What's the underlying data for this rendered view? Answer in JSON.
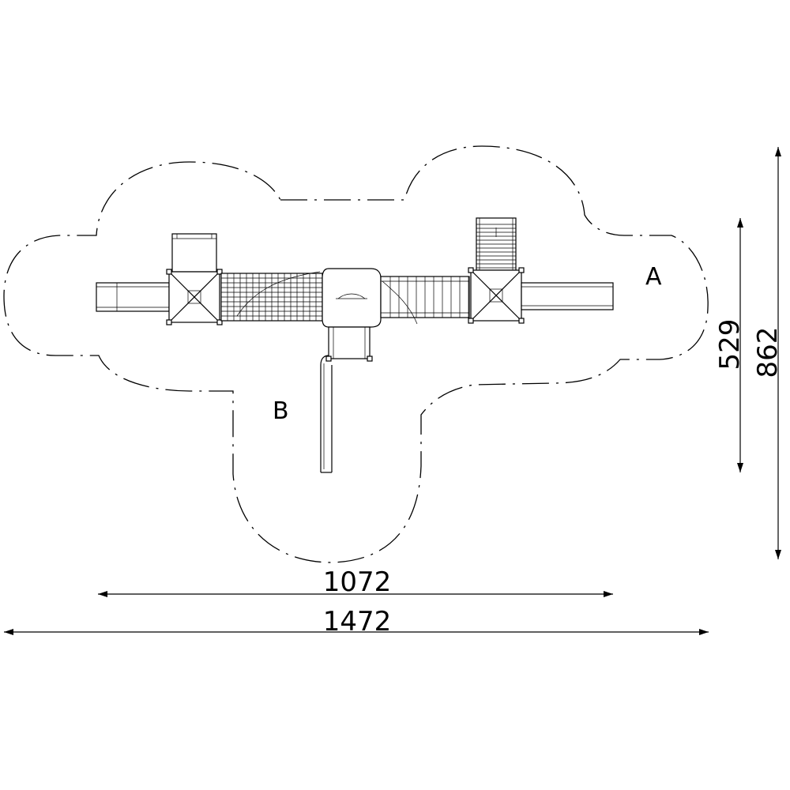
{
  "dimensions": {
    "inner_width": "1072",
    "total_width": "1472",
    "inner_depth": "529",
    "total_depth": "862"
  },
  "zones": {
    "a": "A",
    "b": "B"
  }
}
